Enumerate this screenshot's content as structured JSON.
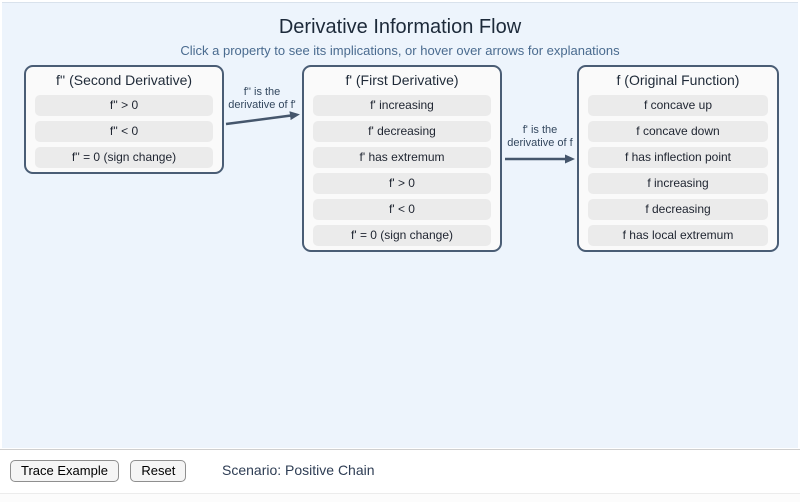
{
  "title": "Derivative Information Flow",
  "subtitle": "Click a property to see its implications, or hover over arrows for explanations",
  "colors": {
    "canvas_bg": "#edf4fc",
    "box_bg": "#fafafa",
    "box_border": "#4a5d75",
    "item_bg": "#ebebeb",
    "arrow": "#45566c",
    "title_text": "#1d2a3a",
    "subtitle_text": "#4a6b8f"
  },
  "columns": [
    {
      "header": "f'' (Second Derivative)",
      "items": [
        "f'' > 0",
        "f'' < 0",
        "f'' = 0 (sign change)"
      ]
    },
    {
      "header": "f' (First Derivative)",
      "items": [
        "f' increasing",
        "f' decreasing",
        "f' has extremum",
        "f' > 0",
        "f' < 0",
        "f' = 0 (sign change)"
      ]
    },
    {
      "header": "f (Original Function)",
      "items": [
        "f concave up",
        "f concave down",
        "f has inflection point",
        "f increasing",
        "f decreasing",
        "f has local extremum"
      ]
    }
  ],
  "arrows": [
    {
      "label_line1": "f'' is the",
      "label_line2": "derivative of f'"
    },
    {
      "label_line1": "f' is the",
      "label_line2": "derivative of f"
    }
  ],
  "footer": {
    "trace_button": "Trace Example",
    "reset_button": "Reset",
    "scenario": "Scenario: Positive Chain"
  }
}
